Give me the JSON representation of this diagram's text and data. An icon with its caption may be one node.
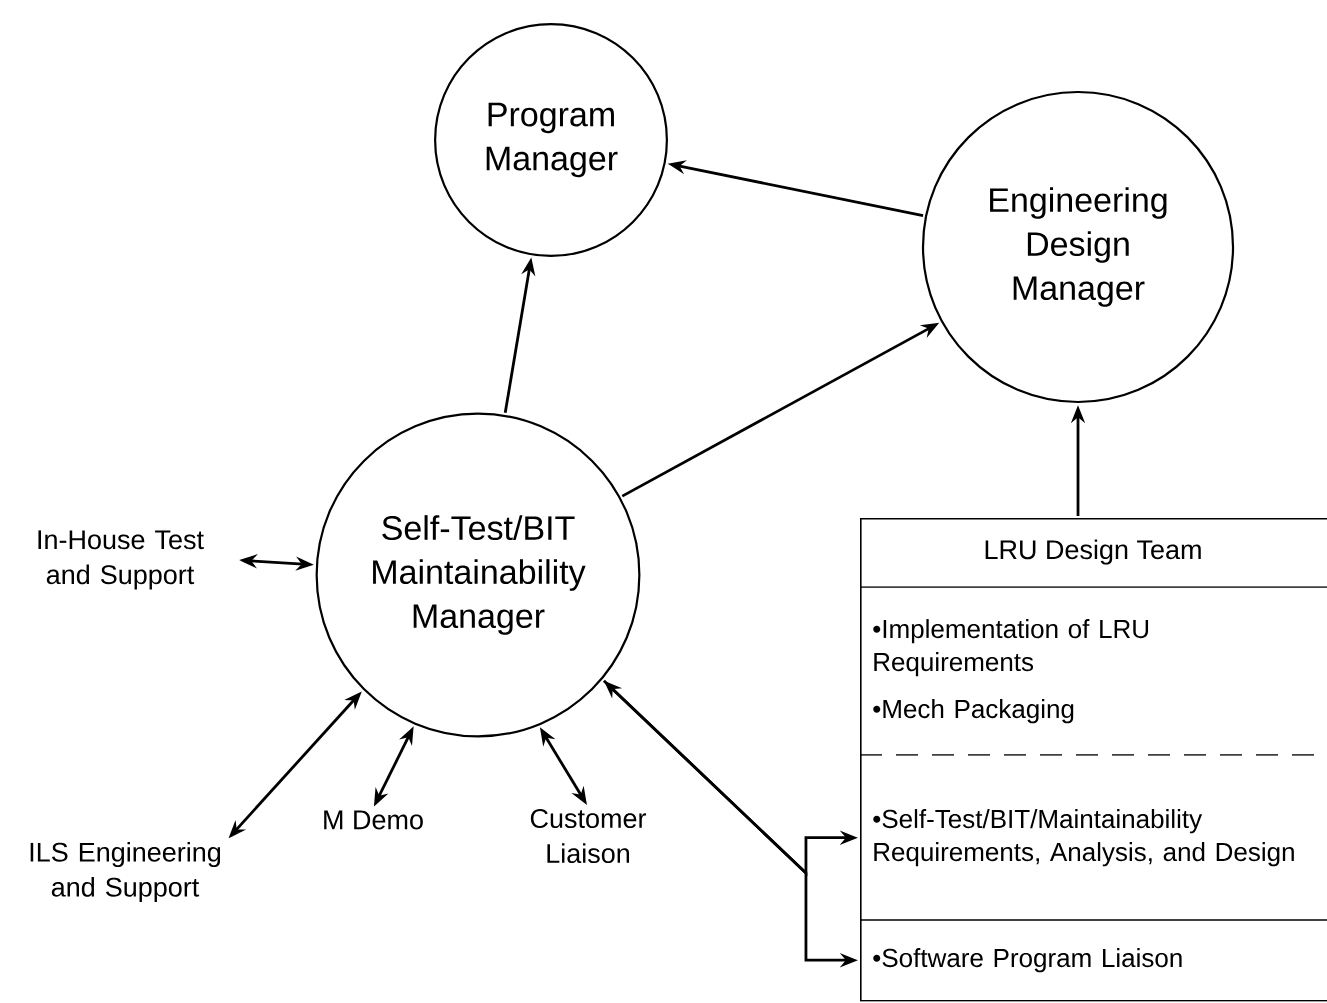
{
  "diagram": {
    "nodes": [
      {
        "text": [
          "Program Manager"
        ]
      },
      {
        "text": [
          "Engineering Design Manager"
        ]
      },
      {
        "text": [
          "Self-Test/BIT Maintainability Manager"
        ]
      },
      {
        "text": [
          "In-House Test and Support"
        ]
      },
      {
        "text": [
          "ILS Engineering and Support"
        ]
      },
      {
        "text": [
          "M Demo"
        ]
      },
      {
        "text": [
          "Customer Liaison"
        ]
      },
      {
        "text": [
          "LRU Design Team"
        ]
      },
      {
        "text": [
          "•Implementation of LRU Requirements",
          "•Mech Packaging"
        ],
        "in": 7
      },
      {
        "text": [
          "•Self-Test/BIT/Maintainability Requirements, Analysis, and Design"
        ],
        "in": 7
      },
      {
        "text": [
          "•Software Program Liaison"
        ],
        "in": 7
      }
    ],
    "edges": [
      {
        "from": 2,
        "to": 0,
        "arrow": "to"
      },
      {
        "from": 1,
        "to": 0,
        "arrow": "to"
      },
      {
        "from": 2,
        "to": 1,
        "arrow": "to"
      },
      {
        "from": 7,
        "to": 1,
        "arrow": "to"
      },
      {
        "from": 3,
        "to": 2,
        "arrow": "both"
      },
      {
        "from": 2,
        "to": 4,
        "arrow": "both"
      },
      {
        "from": 2,
        "to": 5,
        "arrow": "both"
      },
      {
        "from": 2,
        "to": 6,
        "arrow": "both"
      },
      {
        "from": 2,
        "to": 9,
        "arrow": "both"
      },
      {
        "from": 2,
        "to": 10,
        "arrow": "both"
      }
    ]
  }
}
